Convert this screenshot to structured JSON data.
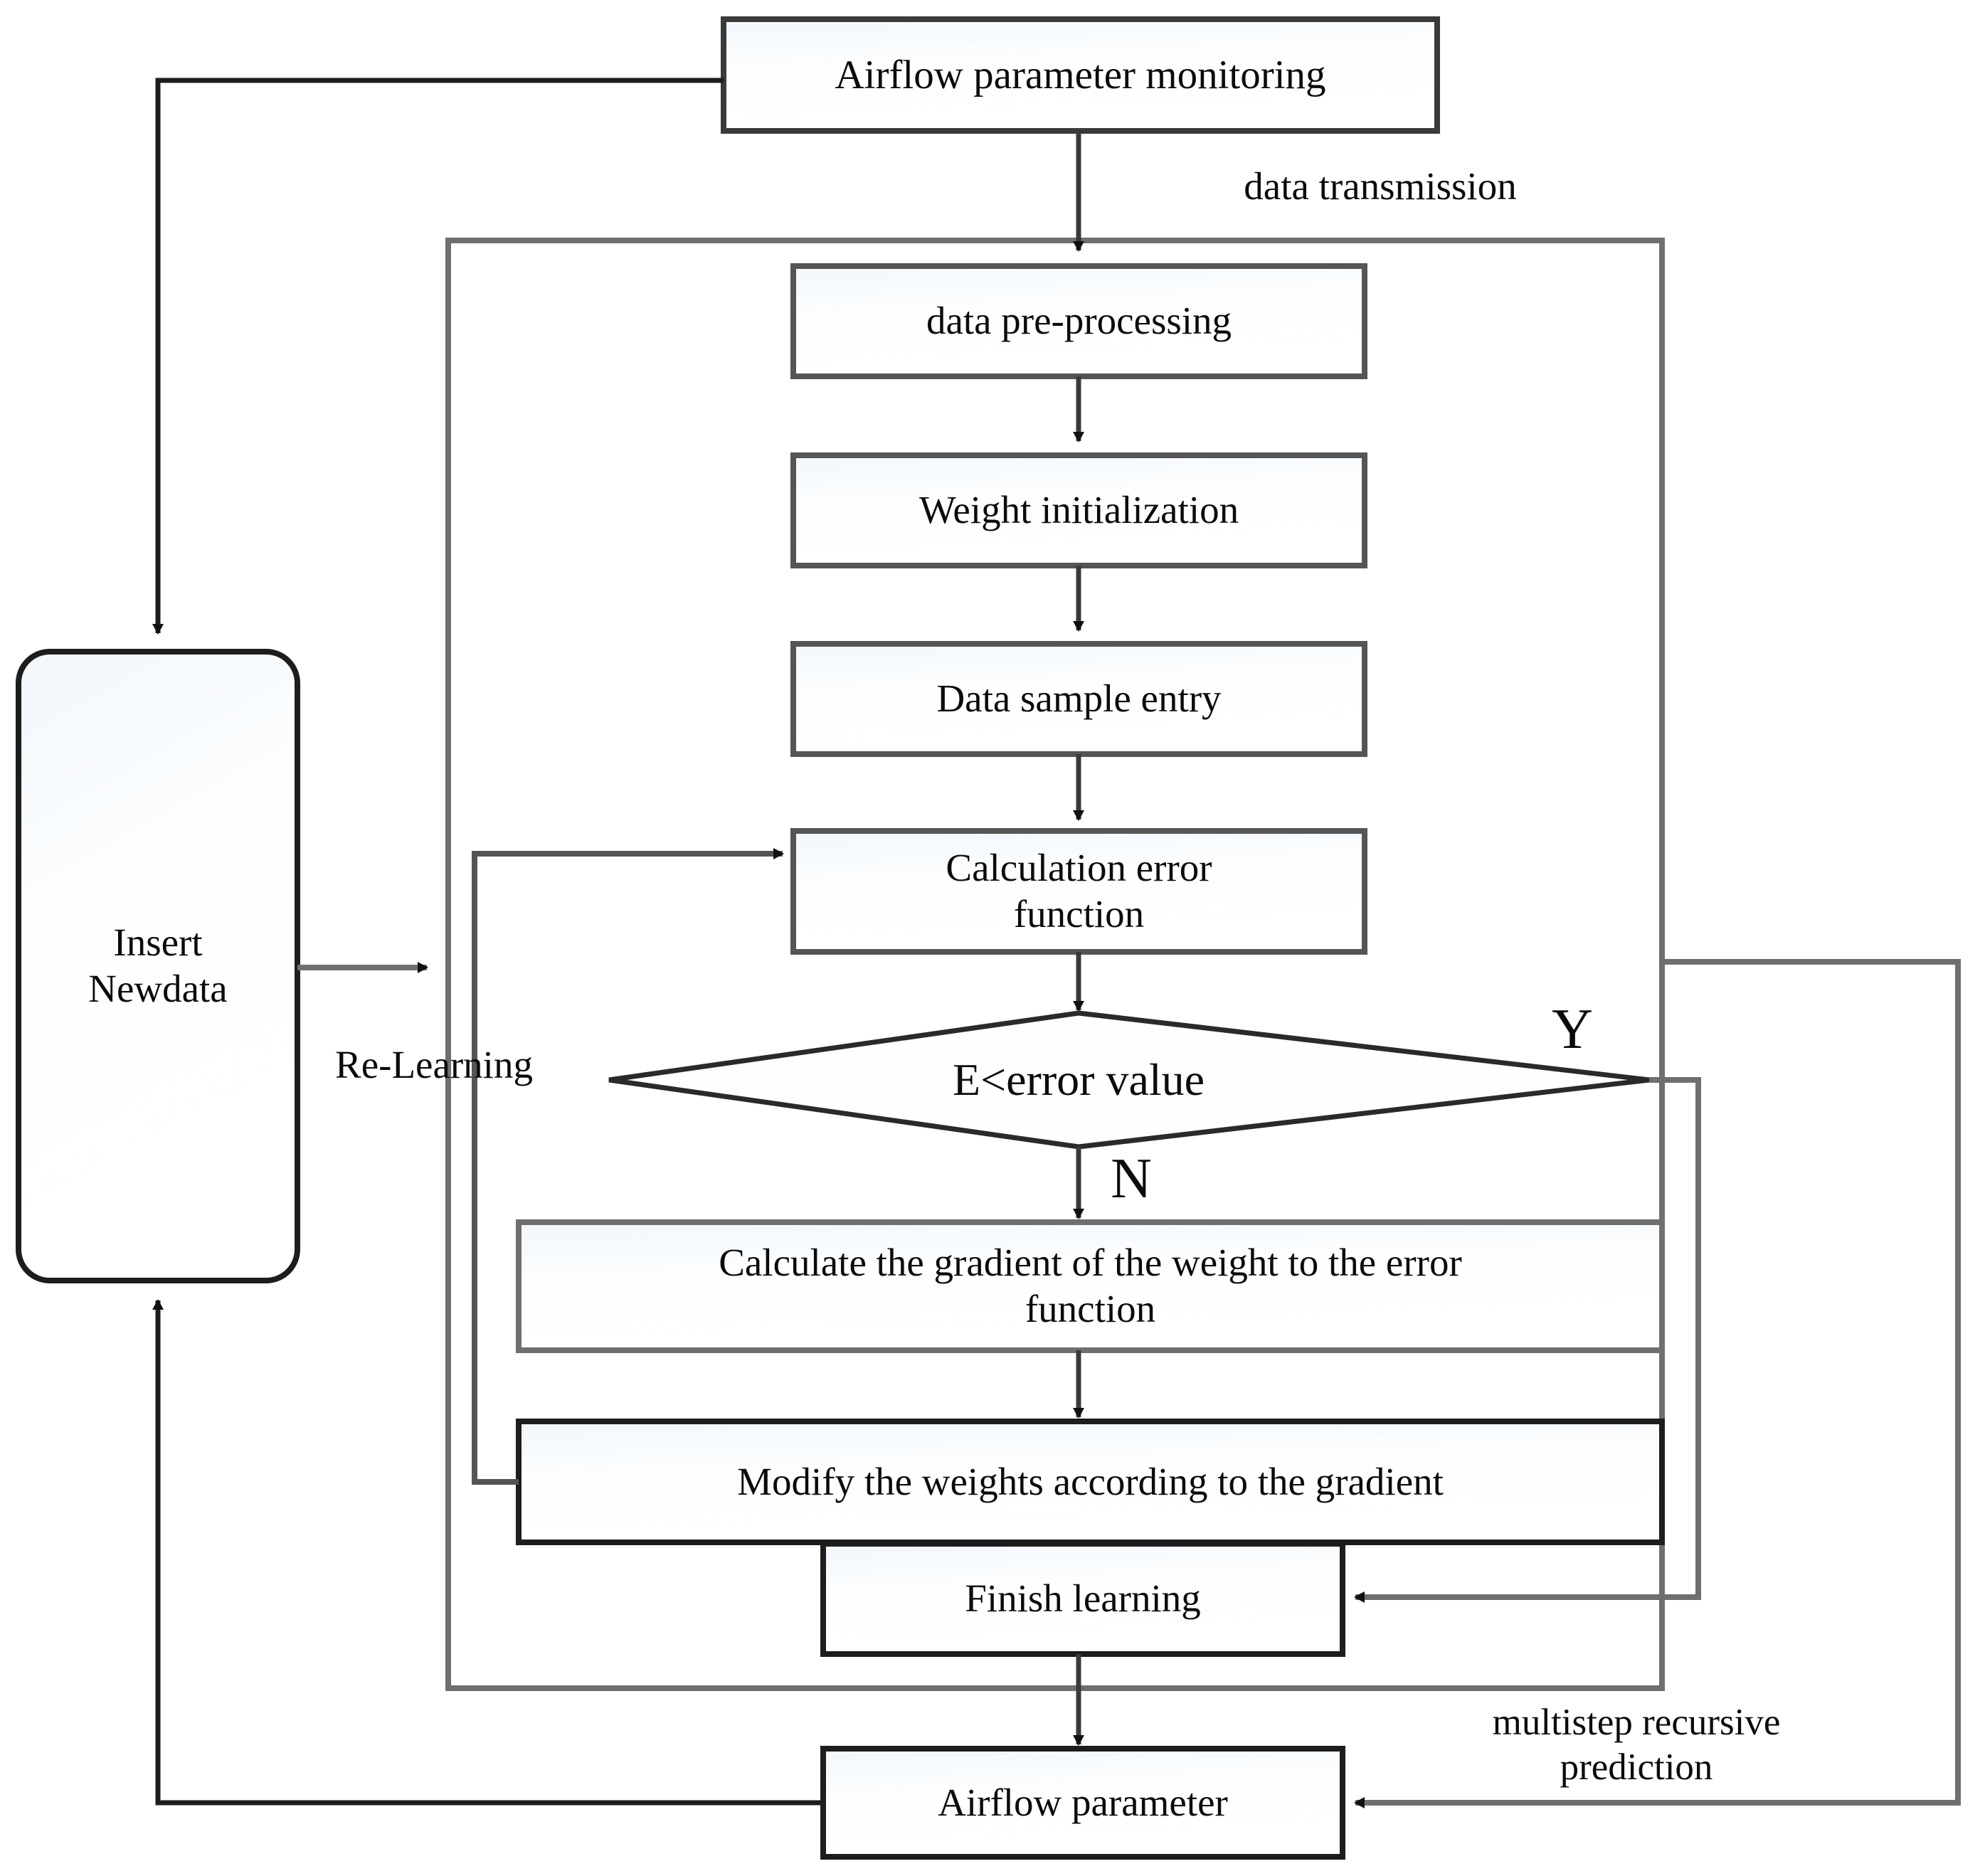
{
  "diagram": {
    "title": "Airflow parameter prediction BP neural network flowchart",
    "colors": {
      "box_stroke": "#6f6f6f",
      "box_stroke_dark": "#3a3a3a",
      "box_fill": "#fdfeff",
      "connector": "#6f6f6f",
      "connector_dark": "#1a1a1a",
      "text": "#0b0b0b"
    },
    "nodes": [
      {
        "id": "airflow-parameter-monitoring",
        "shape": "rectangle",
        "label": "Airflow parameter monitoring"
      },
      {
        "id": "data-pre-processing",
        "shape": "rectangle",
        "label": "data pre-processing"
      },
      {
        "id": "weight-initialization",
        "shape": "rectangle",
        "label": "Weight initialization"
      },
      {
        "id": "data-sample-entry",
        "shape": "rectangle",
        "label": "Data sample entry"
      },
      {
        "id": "calculation-error-function",
        "shape": "rectangle",
        "label": "Calculation error\nfunction"
      },
      {
        "id": "error-decision",
        "shape": "diamond",
        "label": "E<error value"
      },
      {
        "id": "calculate-gradient",
        "shape": "rectangle",
        "label": "Calculate the gradient of the weight to the error\nfunction"
      },
      {
        "id": "modify-weights",
        "shape": "rectangle",
        "label": "Modify the weights according to the gradient"
      },
      {
        "id": "finish-learning",
        "shape": "rectangle",
        "label": "Finish learning"
      },
      {
        "id": "airflow-parameter",
        "shape": "rectangle",
        "label": "Airflow parameter"
      },
      {
        "id": "insert-newdata",
        "shape": "rounded-rectangle",
        "label": "Insert\nNewdata"
      }
    ],
    "edge_labels": {
      "data_transmission": "data transmission",
      "re_learning": "Re-Learning",
      "decision_yes": "Y",
      "decision_no": "N",
      "multistep_recursive_prediction": "multistep  recursive\nprediction"
    }
  }
}
